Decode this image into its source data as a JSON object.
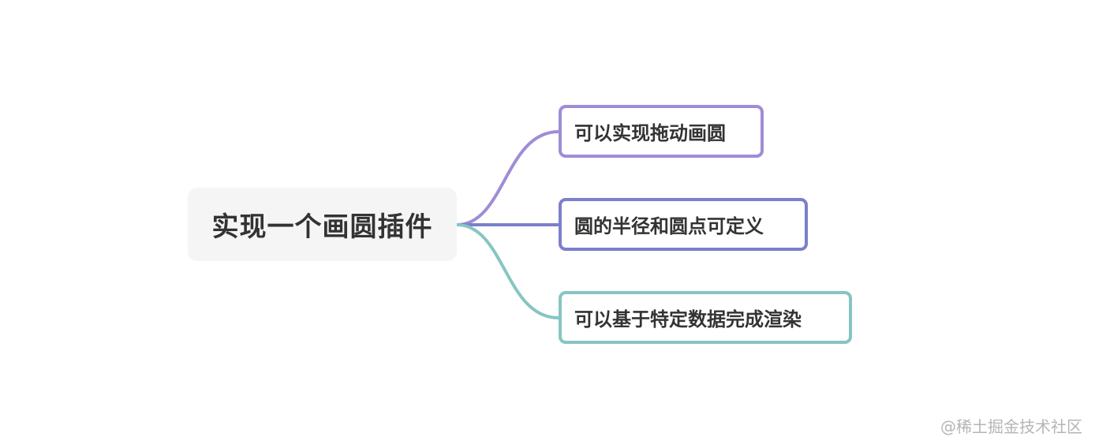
{
  "root": {
    "label": "实现一个画圆插件"
  },
  "branches": [
    {
      "label": "可以实现拖动画圆",
      "color": "#a08cd6"
    },
    {
      "label": "圆的半径和圆点可定义",
      "color": "#7b7fcc"
    },
    {
      "label": "可以基于特定数据完成渲染",
      "color": "#86c5c2"
    }
  ],
  "colors": {
    "root_bg": "#f5f5f5",
    "text": "#333333"
  },
  "watermark": "@稀土掘金技术社区"
}
